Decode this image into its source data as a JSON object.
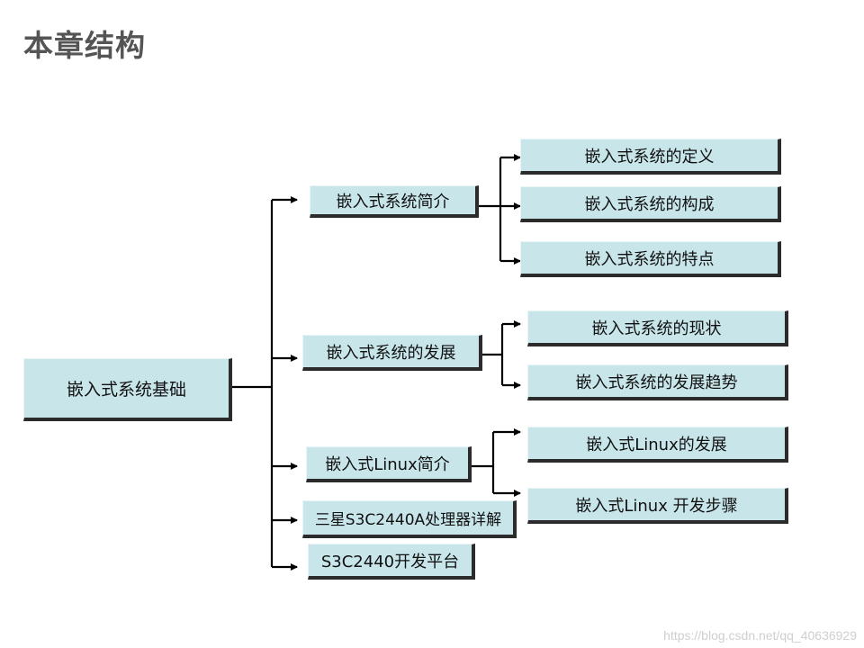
{
  "title": "本章结构",
  "root": "嵌入式系统基础",
  "level1": [
    "嵌入式系统简介",
    "嵌入式系统的发展",
    "嵌入式Linux简介",
    "三星S3C2440A处理器详解",
    "S3C2440开发平台"
  ],
  "level2": {
    "intro": [
      "嵌入式系统的定义",
      "嵌入式系统的构成",
      "嵌入式系统的特点"
    ],
    "development": [
      "嵌入式系统的现状",
      "嵌入式系统的发展趋势"
    ],
    "linux": [
      "嵌入式Linux的发展",
      "嵌入式Linux 开发步骤"
    ]
  },
  "watermark": "https://blog.csdn.net/qq_40636929"
}
